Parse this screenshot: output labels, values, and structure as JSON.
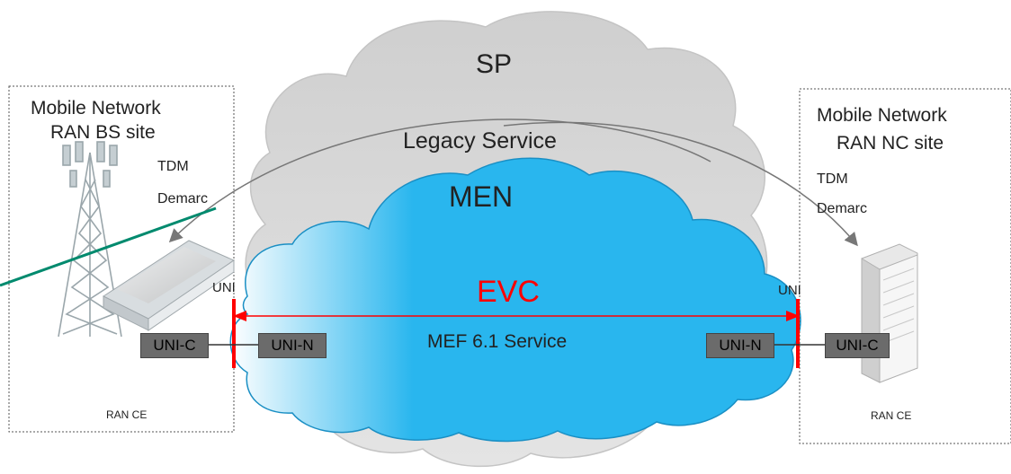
{
  "clouds": {
    "sp_label": "SP",
    "legacy_label": "Legacy Service",
    "men_label": "MEN",
    "evc_label": "EVC",
    "service_label": "MEF 6.1 Service"
  },
  "left_site": {
    "title_line1": "Mobile Network",
    "title_line2": "RAN BS site",
    "demarc_line1": "TDM",
    "demarc_line2": "Demarc",
    "uni_label": "UNI",
    "uni_c": "UNI-C",
    "uni_n": "UNI-N",
    "ce_label": "RAN CE"
  },
  "right_site": {
    "title_line1": "Mobile Network",
    "title_line2": "RAN NC site",
    "demarc_line1": "TDM",
    "demarc_line2": "Demarc",
    "uni_label": "UNI",
    "uni_c": "UNI-C",
    "uni_n": "UNI-N",
    "ce_label": "RAN CE"
  },
  "colors": {
    "sp_cloud": "#d9d9d9",
    "men_cloud": "#29b6ee",
    "evc": "#ff0000",
    "connector": "#008a6e",
    "uni_box": "#6b6b6b"
  }
}
